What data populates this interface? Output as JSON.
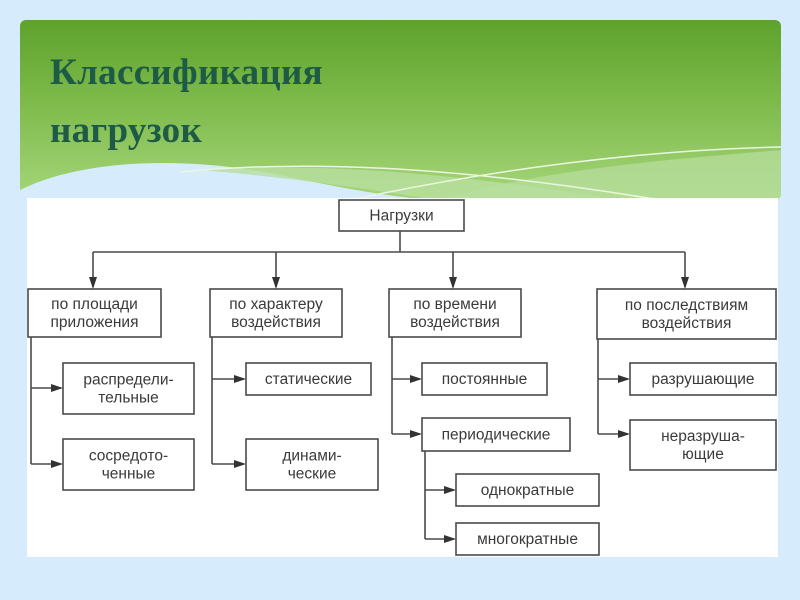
{
  "slide": {
    "title": "Классификация\nнагрузок",
    "colors": {
      "title": "#1d5b47",
      "header_top": "#5ea22c",
      "header_bottom": "#a6d67a",
      "background": "#d6ecfd",
      "box_border": "#4a4a4a",
      "box_text": "#3a3a3a"
    }
  },
  "diagram": {
    "root": {
      "id": "root",
      "lines": [
        "Нагрузки"
      ]
    },
    "categories": [
      {
        "id": "by-area",
        "lines": [
          "по площади",
          "приложения"
        ],
        "children": [
          {
            "id": "distributed",
            "lines": [
              "распредели-",
              "тельные"
            ]
          },
          {
            "id": "concentrated",
            "lines": [
              "сосредото-",
              "ченные"
            ]
          }
        ]
      },
      {
        "id": "by-character",
        "lines": [
          "по характеру",
          "воздействия"
        ],
        "children": [
          {
            "id": "static",
            "lines": [
              "статические"
            ]
          },
          {
            "id": "dynamic",
            "lines": [
              "динами-",
              "ческие"
            ]
          }
        ]
      },
      {
        "id": "by-time",
        "lines": [
          "по времени",
          "воздействия"
        ],
        "children": [
          {
            "id": "permanent",
            "lines": [
              "постоянные"
            ]
          },
          {
            "id": "periodic",
            "lines": [
              "периодические"
            ],
            "children": [
              {
                "id": "single",
                "lines": [
                  "однократные"
                ]
              },
              {
                "id": "multiple",
                "lines": [
                  "многократные"
                ]
              }
            ]
          }
        ]
      },
      {
        "id": "by-consequences",
        "lines": [
          "по последствиям",
          "воздействия"
        ],
        "children": [
          {
            "id": "destructive",
            "lines": [
              "разрушающие"
            ]
          },
          {
            "id": "non-destructive",
            "lines": [
              "неразруша-",
              "ющие"
            ]
          }
        ]
      }
    ]
  }
}
